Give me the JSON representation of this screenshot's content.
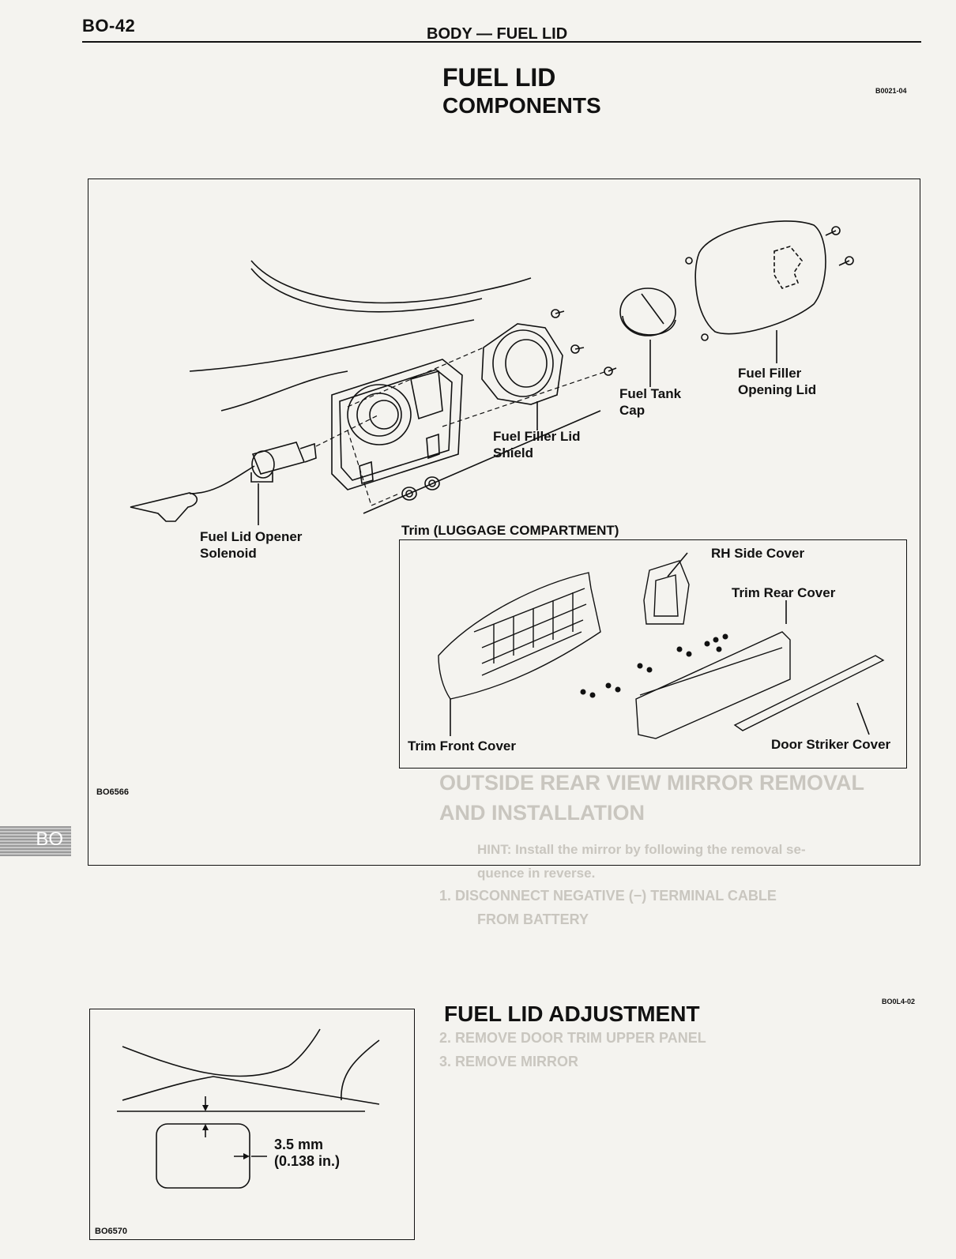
{
  "header": {
    "page_id": "BO-42",
    "title": "BODY — FUEL LID"
  },
  "components_section": {
    "title_line1": "FUEL LID",
    "title_line2": "COMPONENTS",
    "code": "B0021-04",
    "figure_code": "BO6566",
    "labels": {
      "fuel_tank_cap": [
        "Fuel Tank",
        "Cap"
      ],
      "fuel_filler_opening_lid": [
        "Fuel Filler",
        "Opening Lid"
      ],
      "fuel_filler_lid_shield": [
        "Fuel Filler Lid",
        "Shield"
      ],
      "fuel_lid_opener_solenoid": [
        "Fuel Lid Opener",
        "Solenoid"
      ],
      "trim_luggage": "Trim (LUGGAGE COMPARTMENT)",
      "rh_side_cover": "RH Side Cover",
      "trim_rear_cover": "Trim Rear Cover",
      "trim_front_cover": "Trim Front Cover",
      "door_striker_cover": "Door Striker Cover"
    }
  },
  "section_tab": "BO",
  "adjustment_section": {
    "title": "FUEL LID ADJUSTMENT",
    "code": "BO0L4-02",
    "figure_code": "BO6570",
    "gap_label_line1": "3.5 mm",
    "gap_label_line2": "(0.138 in.)"
  },
  "bleed_through": {
    "heading1": "OUTSIDE REAR VIEW MIRROR REMOVAL",
    "heading2": "AND INSTALLATION",
    "hint": "HINT: Install the mirror by following the removal se-",
    "hint2": "quence in reverse.",
    "step1": "1.  DISCONNECT NEGATIVE (−) TERMINAL CABLE",
    "step1b": "FROM BATTERY",
    "step2": "2.  REMOVE DOOR TRIM UPPER PANEL",
    "step3": "3.  REMOVE MIRROR"
  }
}
